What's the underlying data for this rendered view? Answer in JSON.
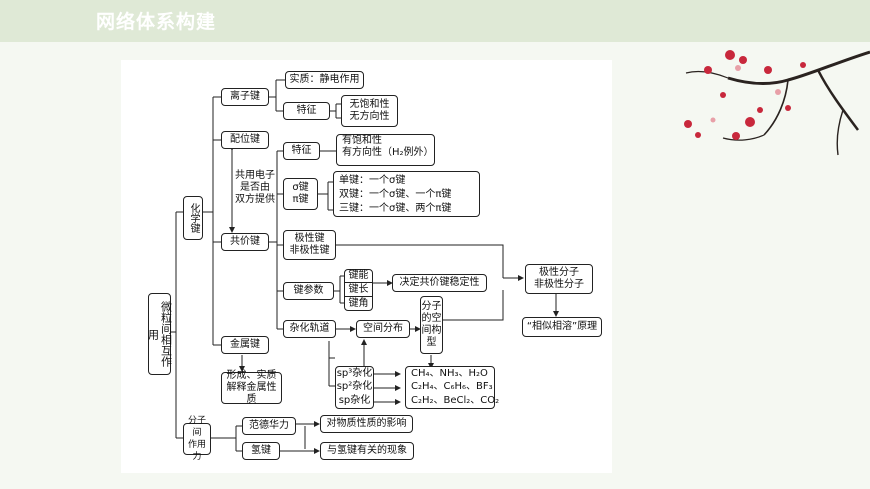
{
  "header": {
    "title": "网络体系构建"
  },
  "diagram": {
    "root": "微粒间相互作用",
    "chemical_bond": "化学键",
    "ionic_bond": "离子键",
    "ionic_essence": "实质：静电作用",
    "ionic_feature": "特征",
    "ionic_feature_1": "无饱和性",
    "ionic_feature_2": "无方向性",
    "coordinate_bond": "配位键",
    "electron_note": "共用电子\n是否由\n双方提供",
    "covalent_bond": "共价键",
    "cov_feature": "特征",
    "cov_feature_1": "有饱和性",
    "cov_feature_2": "有方向性（H₂例外）",
    "sigma_pi": "σ键\nπ键",
    "single_bond": "单键：一个σ键",
    "double_bond": "双键：一个σ键、一个π键",
    "triple_bond": "三键：一个σ键、两个π键",
    "polar_bond": "极性键\n非极性键",
    "bond_params": "键参数",
    "bond_energy": "键能",
    "bond_length": "键长",
    "bond_angle": "键角",
    "stability": "决定共价键稳定性",
    "hybrid": "杂化轨道",
    "spatial_dist": "空间分布",
    "molecule_shape": "分子\n的空\n间构\n型",
    "sp3": "sp³杂化",
    "sp2": "sp²杂化",
    "sp": "sp杂化",
    "ex_sp3": "CH₄、NH₃、H₂O",
    "ex_sp2": "C₂H₄、C₆H₆、BF₃",
    "ex_sp": "C₂H₂、BeCl₂、CO₂",
    "polar_molecule": "极性分子\n非极性分子",
    "like_dissolves": "“相似相溶”原理",
    "metallic_bond": "金属键",
    "metal_note": "形成、实质\n解释金属性质",
    "intermolecular": "分子间\n作用力",
    "van_der_waals": "范德华力",
    "effect_props": "对物质性质的影响",
    "hydrogen_bond": "氢键",
    "h_phenomena": "与氢键有关的现象"
  },
  "colors": {
    "background": "#f5f8f2",
    "header_band": "#dfe9d6",
    "panel": "#ffffff",
    "line": "#222222",
    "blossom": "#c8283c"
  }
}
